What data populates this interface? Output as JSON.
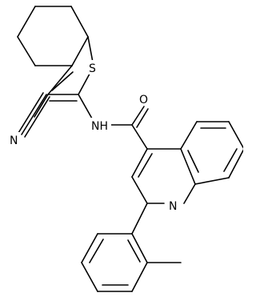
{
  "molecule": {
    "atoms": {
      "sulfur": "S",
      "oxygen": "O",
      "amide_nitrogen": "NH",
      "nitrile_nitrogen": "N",
      "quinoline_nitrogen": "N"
    }
  }
}
